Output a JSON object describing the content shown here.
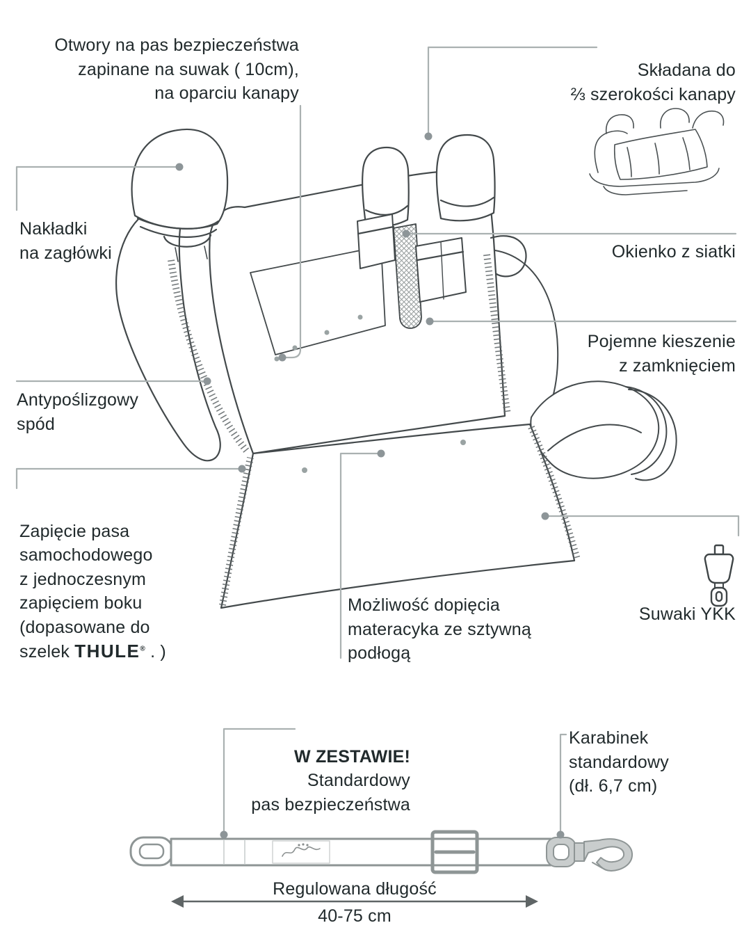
{
  "page": {
    "bg": "#ffffff",
    "ink": "#212a2c",
    "connector_color": "#aab1b1",
    "dot_color": "#8d9598",
    "lineart_color": "#43494b"
  },
  "callouts": {
    "belt_holes": "Otwory na pas bezpieczeństwa\nzapinane na suwak ( 10cm),\nna oparciu kanapy",
    "foldable": "Składana do\n⅔ szerokości kanapy",
    "headrest_covers": "Nakładki\nna zagłówki",
    "mesh_window": "Okienko z siatki",
    "pockets": "Pojemne kieszenie\nz zamknięciem",
    "antislip": "Antypoślizgowy\nspód",
    "belt_fastening_before": "Zapięcie pasa\nsamochodowego\nz jednoczesnym\nzapięciem boku\n(dopasowane do\nszelek ",
    "belt_fastening_brand": "THULE",
    "belt_fastening_reg": "®",
    "belt_fastening_after": " . )",
    "mattress": "Możliwość dopięcia\nmateracyka ze sztywną\npodłogą",
    "zippers": "Suwaki YKK",
    "included_title": "W ZESTAWIE!",
    "included_text": "Standardowy\npas bezpieczeństwa",
    "carabiner": "Karabinek\nstandardowy\n(dł. 6,7 cm)",
    "belt_length_label": "Regulowana długość",
    "belt_length_value": "40-75 cm"
  },
  "icons": {
    "zipper_icon": "ykk-zipper-slider",
    "thumbnail_icon": "cover-folded-on-bench",
    "belt_logo": "brand-squiggle-logo",
    "arrow_icon": "double-headed-length-arrow"
  }
}
